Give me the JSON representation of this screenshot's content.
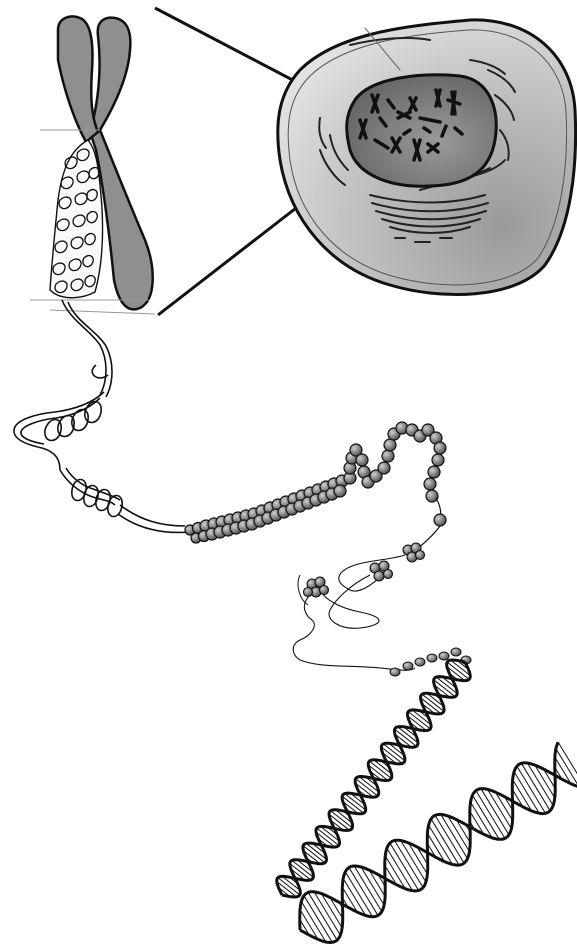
{
  "diagram": {
    "stages": [
      "chromosome",
      "cell-with-nucleus",
      "supercoiled-chromatin-fiber",
      "solenoid-fiber",
      "nucleosomes-on-dna",
      "dna-double-helix"
    ],
    "colors": {
      "stroke": "#111111",
      "chromosome_fill": "#8f8f8f",
      "cell_fill_light": "#d9d9d9",
      "cell_fill_dark": "#9a9a9a",
      "nucleus_fill_light": "#8c8c8c",
      "nucleus_fill_dark": "#5e5e5e",
      "bead_fill": "#7a7a7a",
      "background": "#ffffff"
    }
  }
}
